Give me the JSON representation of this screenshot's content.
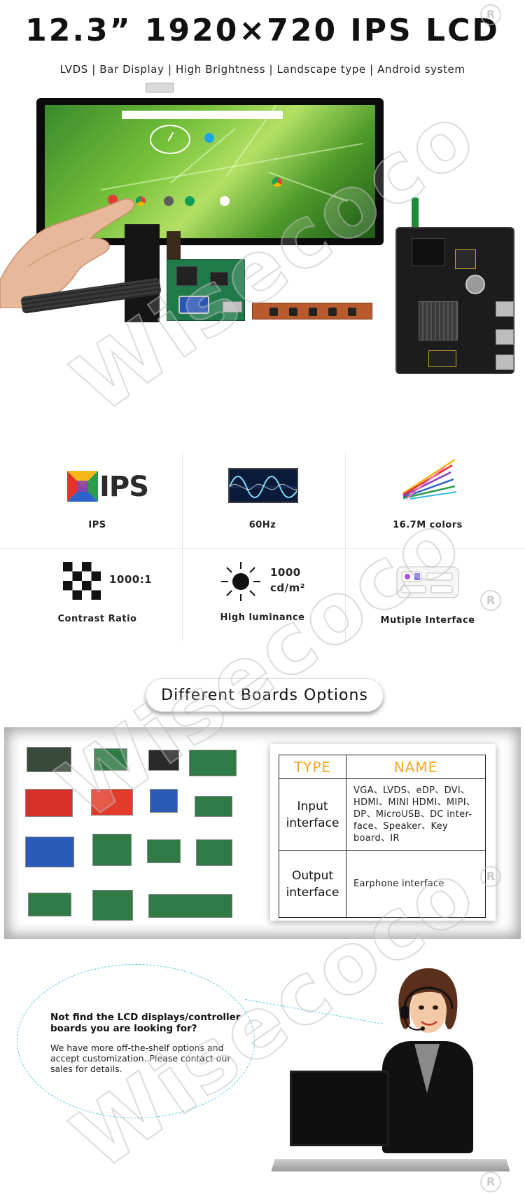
{
  "header": {
    "title": "12.3” 1920×720 IPS LCD",
    "subtitle": "LVDS | Bar Display | High Brightness | Landscape type | Android system"
  },
  "features": [
    {
      "id": "ips",
      "label": "IPS",
      "logo_text": "IPS"
    },
    {
      "id": "refresh",
      "label": "60Hz"
    },
    {
      "id": "colors",
      "label": "16.7M colors"
    },
    {
      "id": "contrast",
      "label": "Contrast Ratio",
      "value": "1000:1"
    },
    {
      "id": "luminance",
      "label": "High luminance",
      "value_line1": "1000",
      "value_line2": "cd/m²"
    },
    {
      "id": "interface",
      "label": "Mutiple Interface"
    }
  ],
  "boards": {
    "banner": "Different Boards Options",
    "table": {
      "headers": [
        "TYPE",
        "NAME"
      ],
      "rows": [
        {
          "type_line1": "Input",
          "type_line2": "interface",
          "name": "VGA、LVDS、eDP、DVI、HDMI、MINI HDMI、MIPI、DP、MicroUSB、DC inter-face、Speaker、Key board、IR"
        },
        {
          "type_line1": "Output",
          "type_line2": "interface",
          "name": "Earphone interface"
        }
      ]
    }
  },
  "contact": {
    "question": "Not find the LCD displays/controller boards you are looking for?",
    "body": "We have more off-the-shelf options and accept customization. Please contact our sales for details."
  },
  "watermark": {
    "text": "Wisecoco",
    "reg_mark": "R"
  },
  "colors": {
    "accent_orange": "#f5a623",
    "bubble_cyan": "#58c8e0",
    "leaf_green": "#76c13a"
  }
}
